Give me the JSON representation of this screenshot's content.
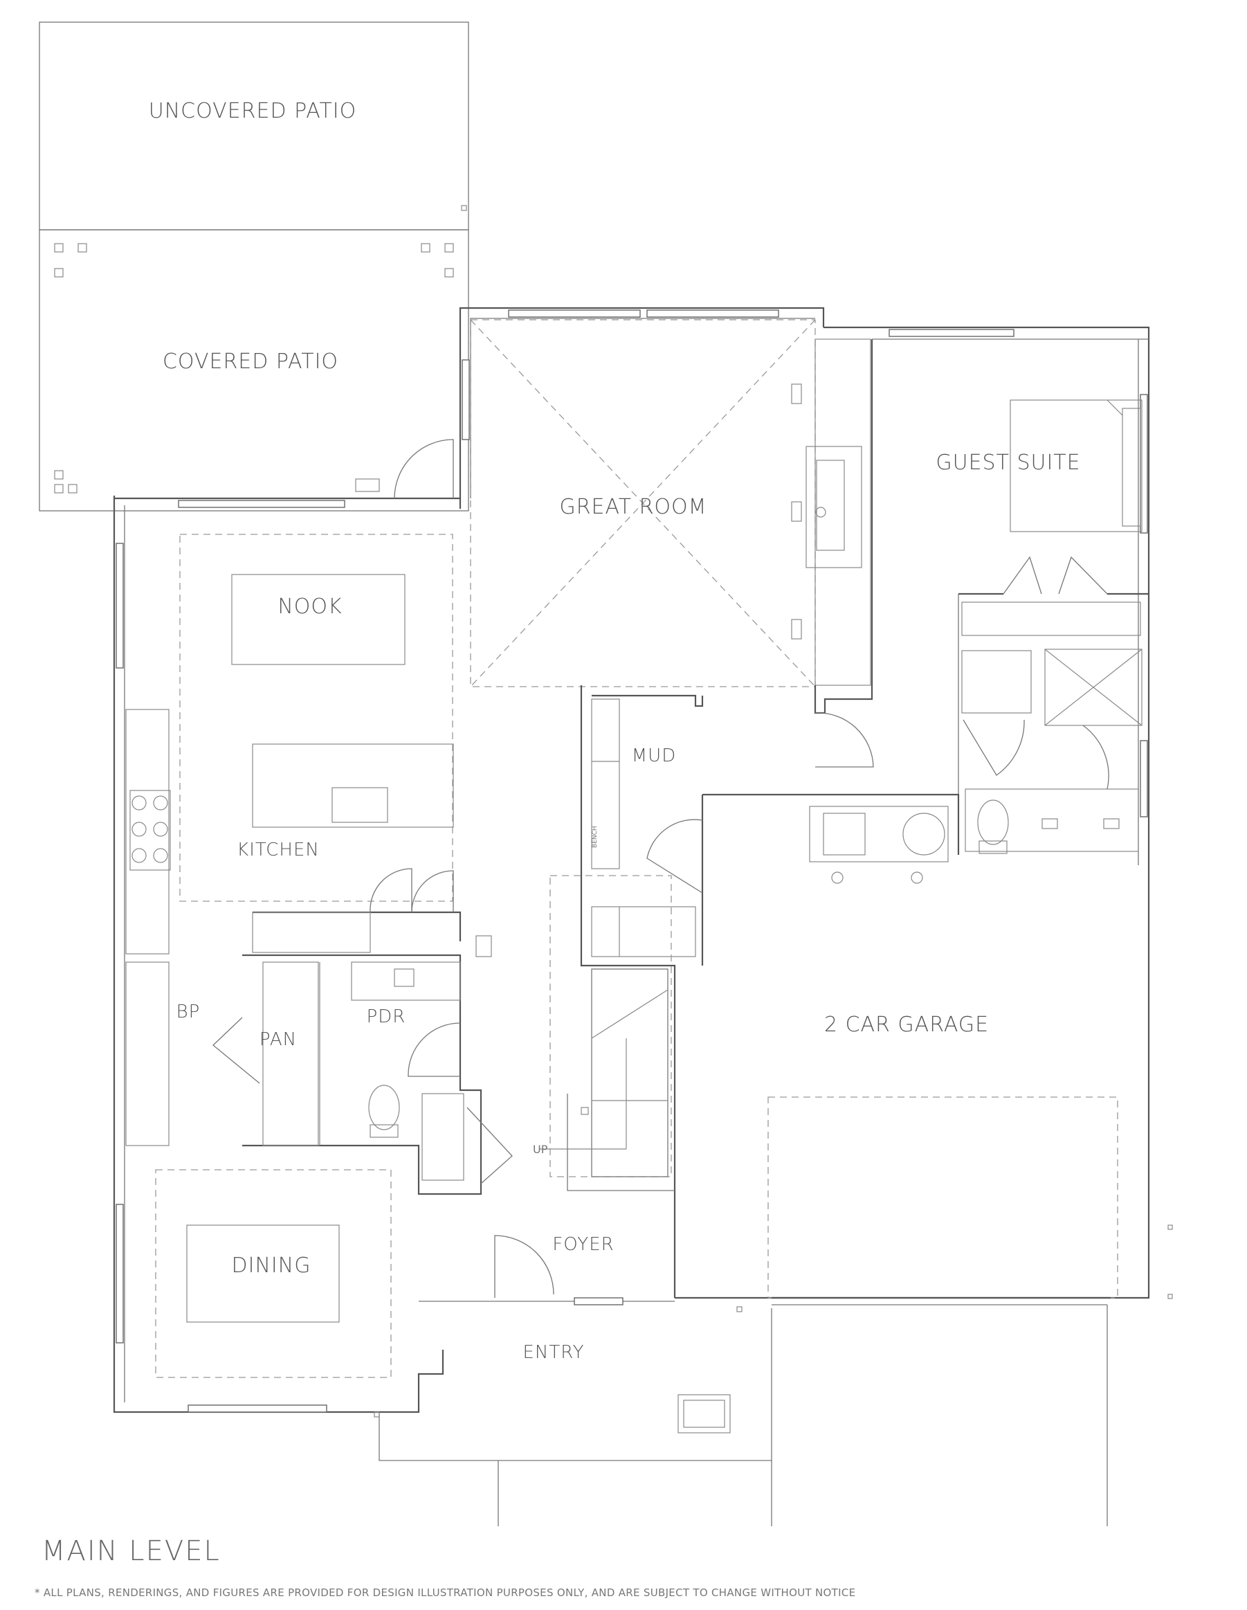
{
  "rooms": {
    "uncovered_patio": "UNCOVERED PATIO",
    "covered_patio": "COVERED PATIO",
    "great_room": "GREAT ROOM",
    "guest_suite": "GUEST SUITE",
    "nook": "NOOK",
    "kitchen": "KITCHEN",
    "mud": "MUD",
    "bench": "BENCH",
    "bp": "BP",
    "pan": "PAN",
    "pdr": "PDR",
    "up": "UP",
    "garage": "2 CAR GARAGE",
    "dining": "DINING",
    "foyer": "FOYER",
    "entry": "ENTRY"
  },
  "level_title": "MAIN LEVEL",
  "disclaimer": "* ALL PLANS, RENDERINGS, AND FIGURES ARE PROVIDED FOR DESIGN ILLUSTRATION PURPOSES ONLY, AND ARE SUBJECT TO CHANGE WITHOUT NOTICE",
  "colors": {
    "line": "#555555",
    "text": "#555555",
    "background": "#ffffff"
  }
}
